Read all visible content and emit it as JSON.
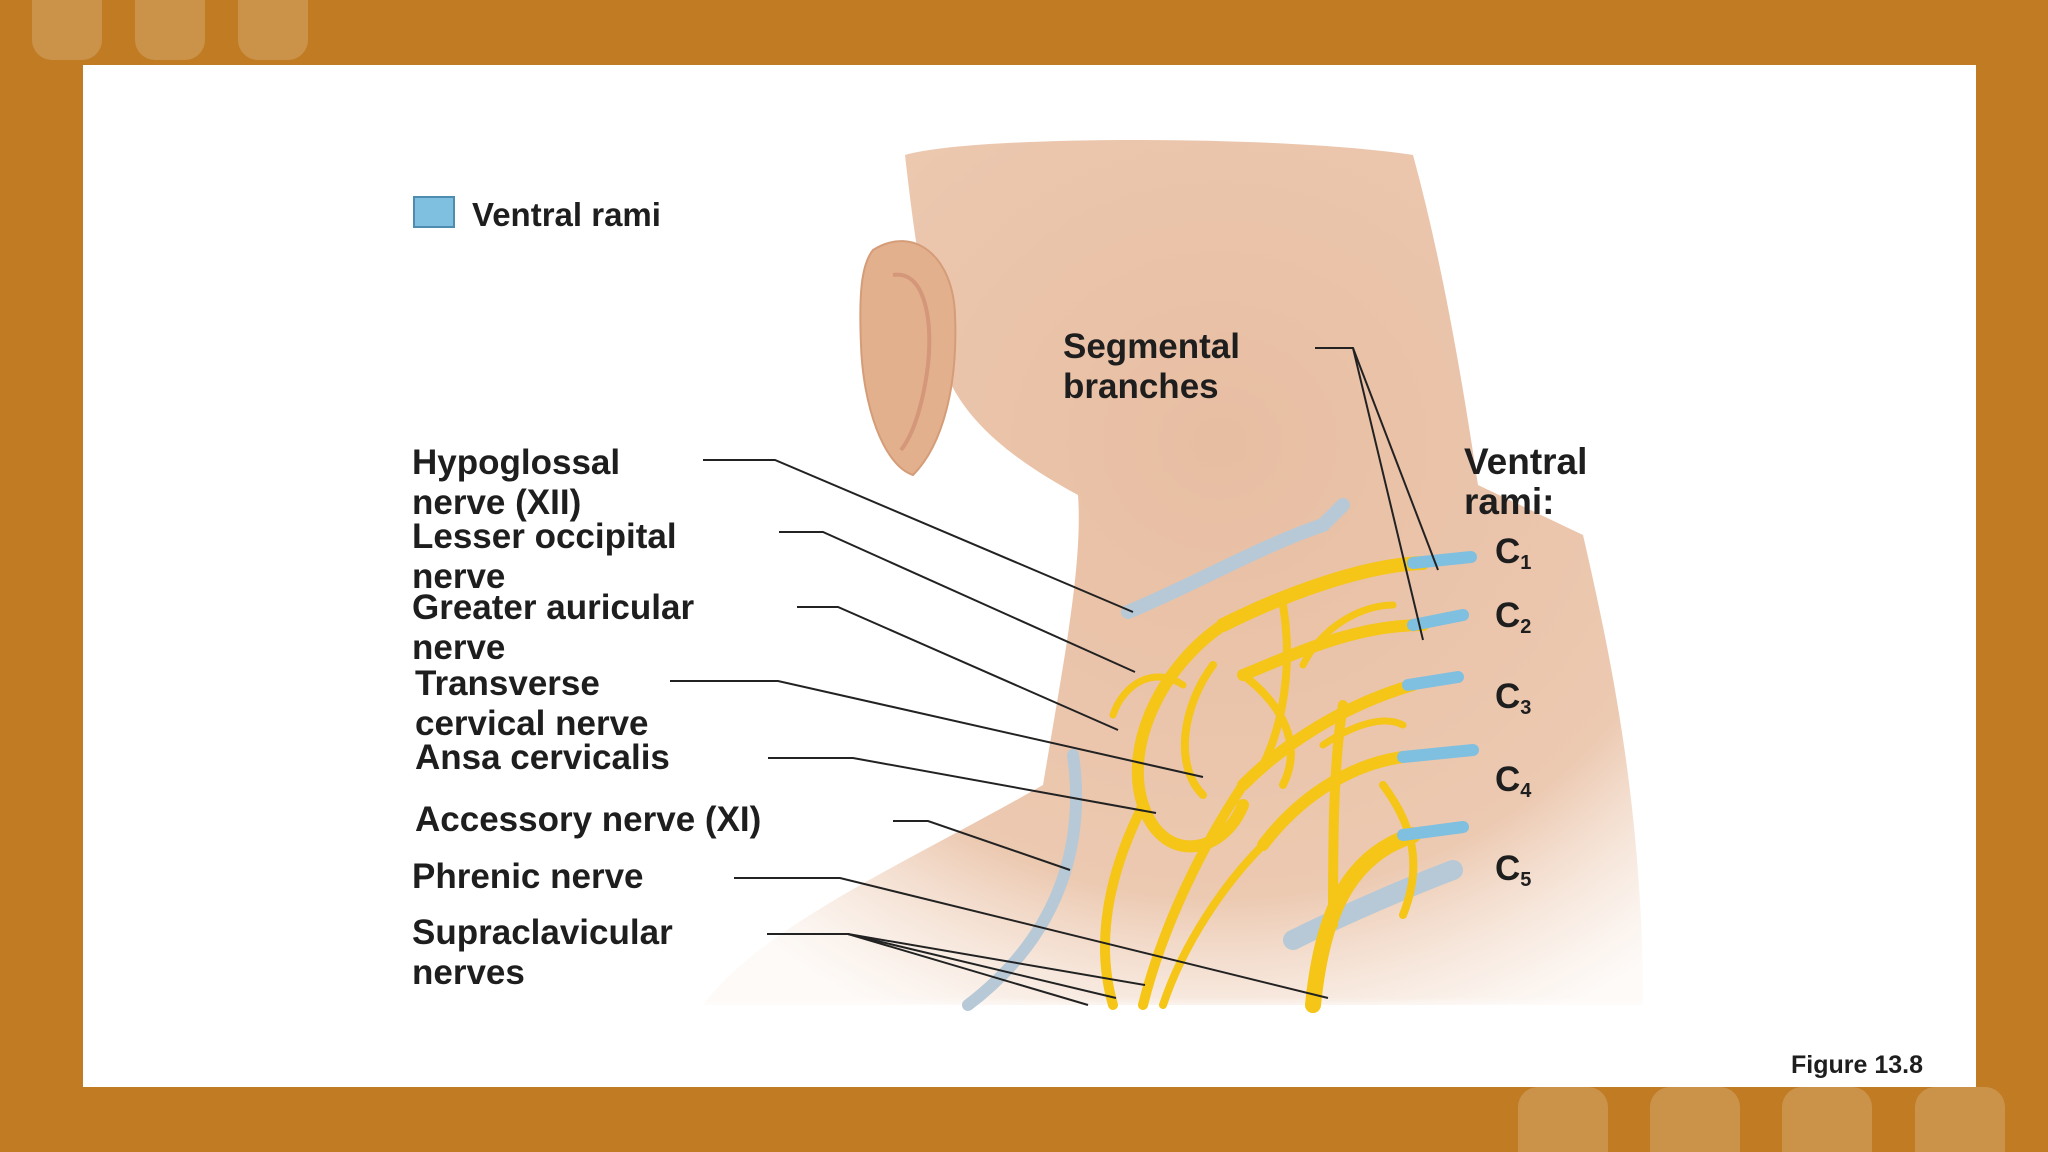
{
  "legend": {
    "label": "Ventral rami",
    "swatch_color": "#7fbfe0"
  },
  "segmental": {
    "line1": "Segmental",
    "line2": "branches"
  },
  "ventral_rami_heading": {
    "line1": "Ventral",
    "line2": "rami:"
  },
  "rami": [
    {
      "letter": "C",
      "num": "1"
    },
    {
      "letter": "C",
      "num": "2"
    },
    {
      "letter": "C",
      "num": "3"
    },
    {
      "letter": "C",
      "num": "4"
    },
    {
      "letter": "C",
      "num": "5"
    }
  ],
  "labels": {
    "hypoglossal": [
      "Hypoglossal",
      "nerve (XII)"
    ],
    "lesser_occipital": [
      "Lesser occipital",
      "nerve"
    ],
    "greater_auricular": [
      "Greater auricular",
      "nerve"
    ],
    "transverse_cervical": [
      "Transverse",
      "cervical nerve"
    ],
    "ansa_cervicalis": [
      "Ansa cervicalis"
    ],
    "accessory": [
      "Accessory nerve (XI)"
    ],
    "phrenic": [
      "Phrenic nerve"
    ],
    "supraclavicular": [
      "Supraclavicular",
      "nerves"
    ]
  },
  "figure_ref": "Figure 13.8",
  "colors": {
    "frame": "#c07b23",
    "skin": "#e9c1a5",
    "nerve": "#f5c518",
    "ramus": "#7fbfe0"
  }
}
